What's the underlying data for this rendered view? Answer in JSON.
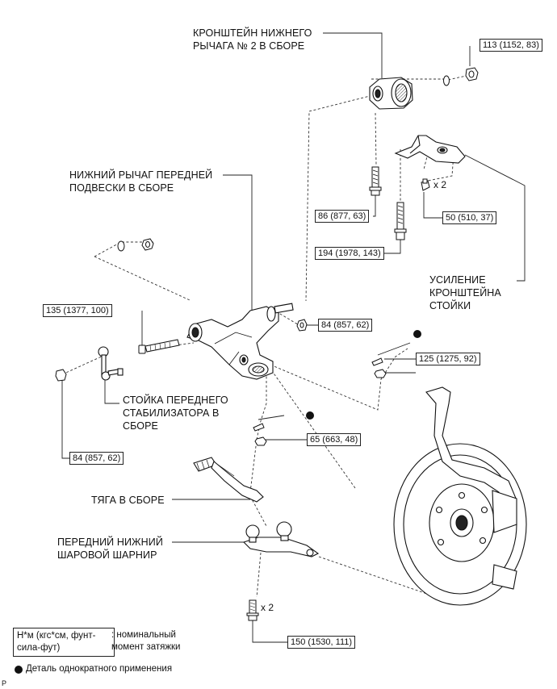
{
  "labels": {
    "bracket": "КРОНШТЕЙН НИЖНЕГО\nРЫЧАГА № 2 В СБОРЕ",
    "lower_arm": "НИЖНИЙ РЫЧАГ ПЕРЕДНЕЙ\nПОДВЕСКИ В СБОРЕ",
    "stabilizer_link": "СТОЙКА ПЕРЕДНЕГО\nСТАБИЛИЗАТОРА В\nСБОРЕ",
    "tie_rod": "ТЯГА В СБОРЕ",
    "ball_joint": "ПЕРЕДНИЙ НИЖНИЙ\nШАРОВОЙ ШАРНИР",
    "strut_reinforcement": "УСИЛЕНИЕ\nКРОНШТЕЙНА\nСТОЙКИ"
  },
  "torques": {
    "t113": "113 (1152, 83)",
    "t86": "86 (877, 63)",
    "t50": "50 (510, 37)",
    "t194": "194 (1978, 143)",
    "t135": "135 (1377, 100)",
    "t84a": "84 (857, 62)",
    "t125": "125 (1275, 92)",
    "t65": "65 (663, 48)",
    "t84b": "84 (857, 62)",
    "t150": "150 (1530, 111)"
  },
  "multipliers": {
    "x2_a": "x 2",
    "x2_b": "x 2"
  },
  "legend": {
    "unit": "Н*м (кгс*см, фунт-\nсила-фут)",
    "unit_desc": ": номинальный\nмомент затяжки",
    "non_reusable": "Деталь однократного применения"
  },
  "ref_code": "P"
}
